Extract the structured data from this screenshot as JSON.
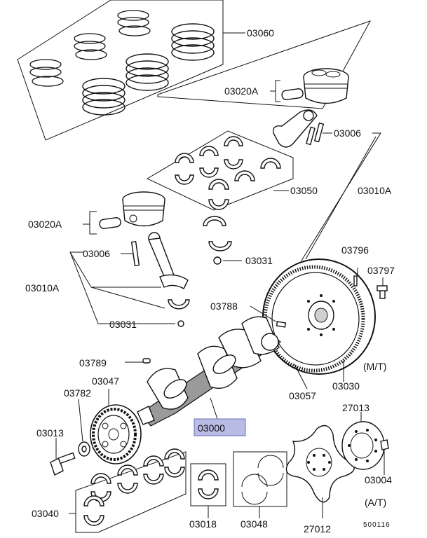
{
  "labels": {
    "p03060": "03060",
    "p03020A_top": "03020A",
    "p03006_top": "03006",
    "p03010A_right": "03010A",
    "p03050": "03050",
    "p03020A_left": "03020A",
    "p03006_left": "03006",
    "p03031_mid": "03031",
    "p03010A_left": "03010A",
    "p03796": "03796",
    "p03797": "03797",
    "p03788": "03788",
    "p03031_left": "03031",
    "p03789": "03789",
    "p03047": "03047",
    "p03782": "03782",
    "p03000": "03000",
    "p03057": "03057",
    "p03030": "03030",
    "p03013": "03013",
    "p27013": "27013",
    "p03004": "03004",
    "p03040": "03040",
    "p03018": "03018",
    "p03048": "03048",
    "p27012": "27012"
  },
  "variants": {
    "mt": "(M/T)",
    "at": "(A/T)"
  },
  "figure_code": "500116",
  "colors": {
    "highlight": "#b9bde6",
    "line": "#111111"
  }
}
